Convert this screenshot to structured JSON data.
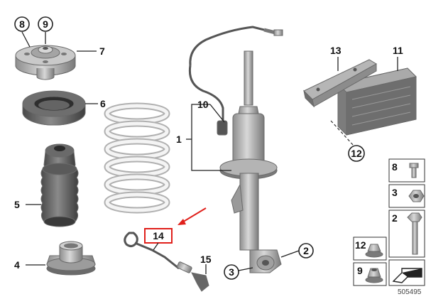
{
  "callouts": {
    "c8": "8",
    "c9": "9",
    "c7": "7",
    "c6": "6",
    "c5": "5",
    "c4": "4",
    "c10": "10",
    "c1": "1",
    "c14": "14",
    "c15": "15",
    "c3": "3",
    "c2": "2",
    "c13": "13",
    "c11": "11",
    "c12": "12"
  },
  "hardware_panel": [
    {
      "number": "8",
      "item": "bolt"
    },
    {
      "number": "3",
      "item": "nut"
    },
    {
      "number": "2",
      "item": "long-bolt"
    },
    {
      "number": "12",
      "item": "flange-nut"
    },
    {
      "number": "9",
      "item": "collar-nut"
    }
  ],
  "highlight_color": "#e0201b",
  "reference_number": "505495"
}
